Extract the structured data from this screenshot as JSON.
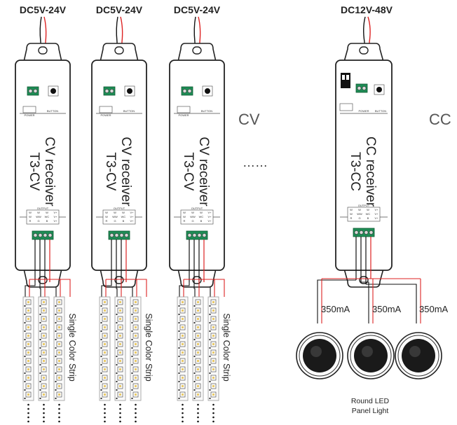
{
  "cv_units": [
    {
      "supply": "DC5V-24V",
      "receiver_line1": "CV receiver",
      "receiver_line2": "T3-CV",
      "strip_label": "Single Color Strip"
    },
    {
      "supply": "DC5V-24V",
      "receiver_line1": "CV receiver",
      "receiver_line2": "T3-CV",
      "strip_label": "Single Color Strip"
    },
    {
      "supply": "DC5V-24V",
      "receiver_line1": "CV receiver",
      "receiver_line2": "T3-CV",
      "strip_label": "Single Color Strip"
    }
  ],
  "cc_unit": {
    "supply": "DC12V-48V",
    "receiver_line1": "CC receiver",
    "receiver_line2": "T3-CC",
    "currents": [
      "350mA",
      "350mA",
      "350mA"
    ],
    "light_caption_line1": "Round LED",
    "light_caption_line2": "Panel Light"
  },
  "section_labels": {
    "cv": "CV",
    "cc": "CC",
    "ellipsis": "……"
  },
  "module_text": {
    "power": "POWER",
    "button": "BUTTON",
    "output": "OUTPUT",
    "output_rows": [
      [
        "W",
        "W",
        "W",
        "V+"
      ],
      [
        "W",
        "WW",
        "WC",
        "V+"
      ],
      [
        "R",
        "G",
        "B",
        "V+"
      ]
    ]
  }
}
